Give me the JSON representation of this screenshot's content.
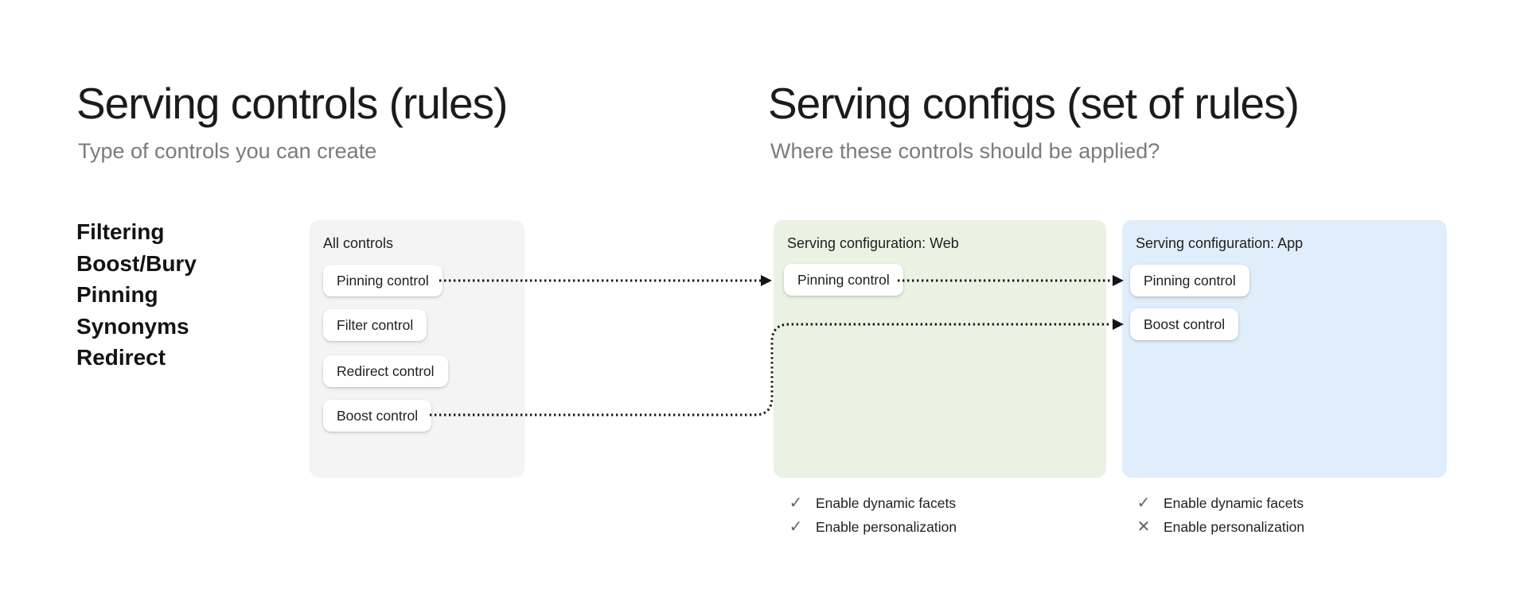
{
  "left": {
    "title": "Serving controls (rules)",
    "subtitle": "Type of controls you can create",
    "control_types": [
      "Filtering",
      "Boost/Bury",
      "Pinning",
      "Synonyms",
      "Redirect"
    ],
    "all_controls": {
      "label": "All controls",
      "bg": "#F4F4F4",
      "items": [
        "Pinning control",
        "Filter control",
        "Redirect control",
        "Boost control"
      ]
    }
  },
  "right": {
    "title": "Serving configs (set of rules)",
    "subtitle": "Where these controls should be applied?",
    "web_config": {
      "label": "Serving configuration: Web",
      "bg": "#EAF2E3",
      "items": [
        "Pinning control"
      ],
      "features": [
        {
          "label": "Enable dynamic facets",
          "enabled": true,
          "icon": "✓"
        },
        {
          "label": "Enable personalization",
          "enabled": true,
          "icon": "✓"
        }
      ]
    },
    "app_config": {
      "label": "Serving configuration: App",
      "bg": "#E0EDFA",
      "items": [
        "Pinning control",
        "Boost control"
      ],
      "features": [
        {
          "label": "Enable dynamic facets",
          "enabled": true,
          "icon": "✓"
        },
        {
          "label": "Enable personalization",
          "enabled": false,
          "icon": "✕"
        }
      ]
    }
  },
  "colors": {
    "arrow": "#151515",
    "text_primary": "#1C1C1C",
    "text_secondary": "#7B7B7B",
    "icon_gray": "#5F6368",
    "chip_bg": "#FFFFFF"
  }
}
